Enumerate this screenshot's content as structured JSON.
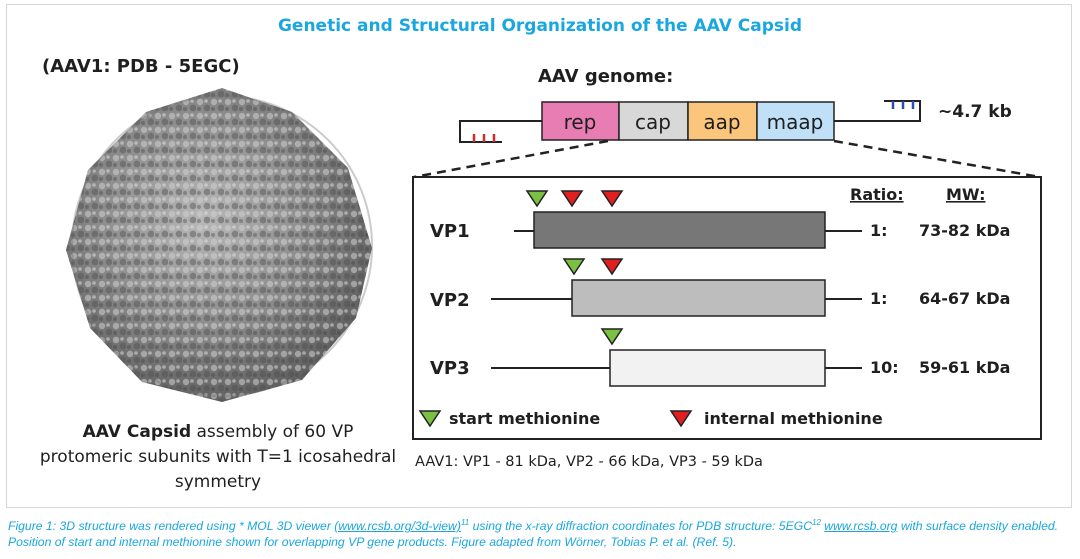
{
  "title": "Genetic and Structural Organization of the AAV Capsid",
  "pdb_label": "(AAV1: PDB - 5EGC)",
  "capsid": {
    "bold": "AAV Capsid",
    "rest": " assembly of 60 VP protomeric subunits with T=1 icosahedral symmetry"
  },
  "genome": {
    "label": "AAV genome:",
    "size": "~4.7 kb",
    "genes": [
      {
        "name": "rep",
        "color": "#e87db4"
      },
      {
        "name": "cap",
        "color": "#d8d8d8"
      },
      {
        "name": "aap",
        "color": "#fbc57c"
      },
      {
        "name": "maap",
        "color": "#bfe0f7"
      }
    ]
  },
  "table": {
    "ratio_header": "Ratio:",
    "mw_header": "MW:",
    "rows": [
      {
        "label": "VP1",
        "ratio": "1:",
        "mw": "73-82 kDa",
        "fill": "#777777",
        "markers": [
          "start",
          "internal",
          "internal"
        ]
      },
      {
        "label": "VP2",
        "ratio": "1:",
        "mw": "64-67 kDa",
        "fill": "#bdbdbd",
        "markers": [
          "start",
          "internal"
        ]
      },
      {
        "label": "VP3",
        "ratio": "10:",
        "mw": "59-61 kDa",
        "fill": "#f2f2f2",
        "markers": [
          "start"
        ]
      }
    ]
  },
  "legend": {
    "start": "start methionine",
    "internal": "internal methionine",
    "start_color": "#7ac143",
    "internal_color": "#e02020"
  },
  "aav1_note": "AAV1: VP1 - 81 kDa, VP2 - 66 kDa, VP3 - 59 kDa",
  "caption": {
    "p1": "Figure 1: 3D structure was rendered using * MOL 3D viewer ",
    "link1": "(www.rcsb.org/3d-view)",
    "sup1": "11",
    "p2": " using the x-ray diffraction coordinates for PDB structure: 5EGC",
    "sup2": "12",
    "p3": " ",
    "link2": "www.rcsb.org",
    "p4": " with surface density enabled. Position of start and internal methionine shown for overlapping VP gene products. Figure adapted from Wörner, Tobias P. et al. (Ref. 5)."
  }
}
